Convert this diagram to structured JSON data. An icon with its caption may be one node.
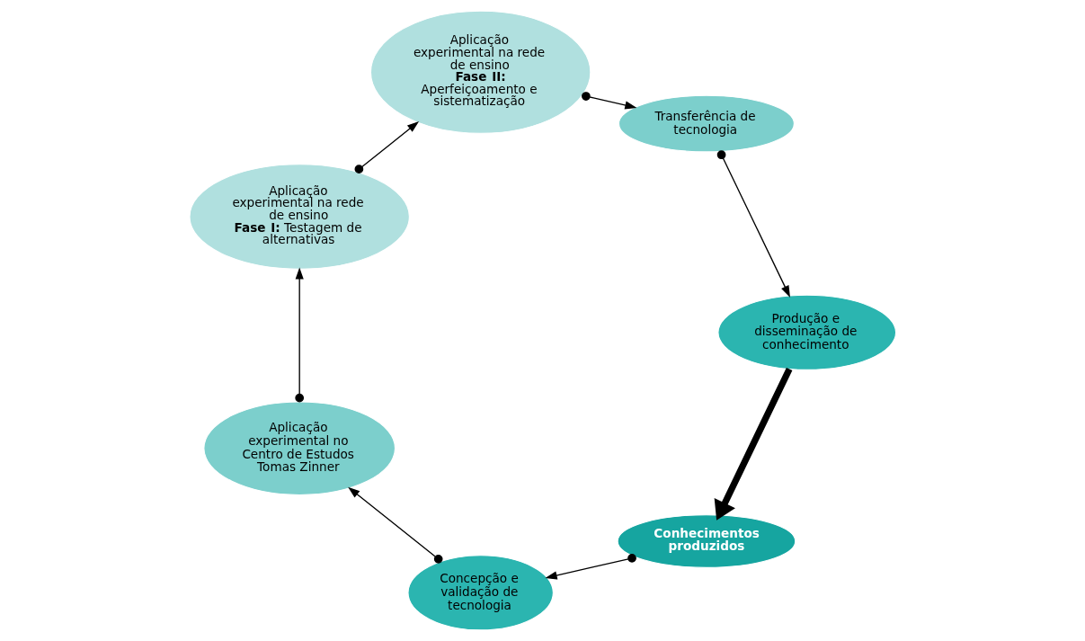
{
  "diagram": {
    "nodes": [
      {
        "text": [
          "Conhecimentos produzidos"
        ]
      },
      {
        "text": [
          "Concepção e validação de tecnologia"
        ]
      },
      {
        "text": [
          "Aplicação experimental no Centro de Estudos Tomas Zinner"
        ]
      },
      {
        "text": [
          "Aplicação experimental na rede de ensino",
          "**Fase I:** Testagem de alternativas"
        ]
      },
      {
        "text": [
          "Aplicação experimental na rede de ensino",
          "**Fase II:** Aperfeiçoamento e sistematização"
        ]
      },
      {
        "text": [
          "Transferência de tecnologia"
        ]
      },
      {
        "text": [
          "Produção e disseminação de conhecimento"
        ]
      }
    ],
    "edges": [
      {
        "from": 0,
        "to": 1,
        "arrow": "to"
      },
      {
        "from": 1,
        "to": 2,
        "arrow": "to"
      },
      {
        "from": 2,
        "to": 3,
        "arrow": "to"
      },
      {
        "from": 3,
        "to": 4,
        "arrow": "to"
      },
      {
        "from": 4,
        "to": 5,
        "arrow": "to"
      },
      {
        "from": 5,
        "to": 6,
        "arrow": "to"
      },
      {
        "from": 6,
        "to": 0,
        "arrow": "to",
        "style": "thick"
      }
    ]
  }
}
